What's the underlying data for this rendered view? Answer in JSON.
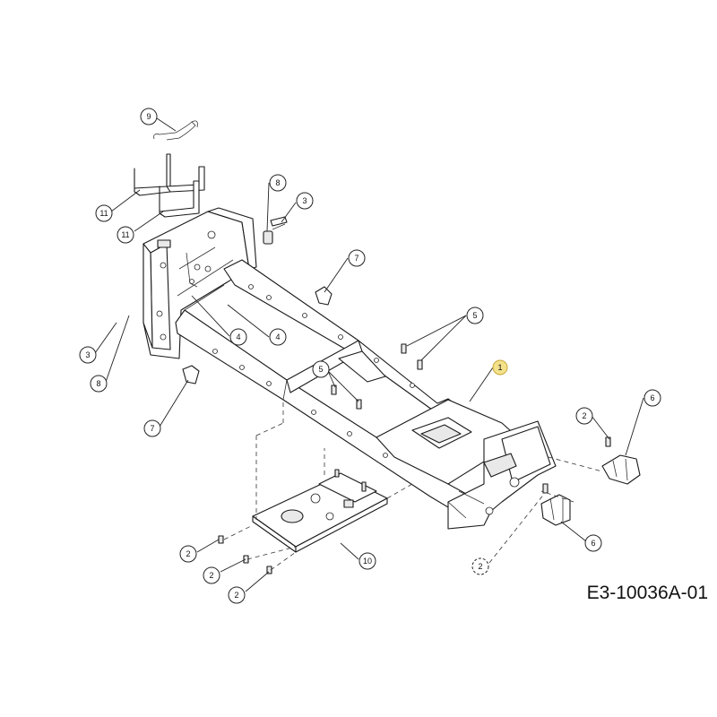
{
  "drawing_number": "E3-10036A-01",
  "colors": {
    "highlight_callout": "#f3e28a",
    "line": "#1a1a1a"
  },
  "callouts": [
    {
      "id": "c9",
      "label": "9"
    },
    {
      "id": "c11a",
      "label": "11"
    },
    {
      "id": "c11b",
      "label": "11"
    },
    {
      "id": "c8a",
      "label": "8"
    },
    {
      "id": "c3a",
      "label": "3"
    },
    {
      "id": "c7a",
      "label": "7"
    },
    {
      "id": "c4a",
      "label": "4"
    },
    {
      "id": "c4b",
      "label": "4"
    },
    {
      "id": "c3b",
      "label": "3"
    },
    {
      "id": "c8b",
      "label": "8"
    },
    {
      "id": "c5a",
      "label": "5"
    },
    {
      "id": "c5b",
      "label": "5"
    },
    {
      "id": "c1",
      "label": "1",
      "highlighted": true
    },
    {
      "id": "c7b",
      "label": "7"
    },
    {
      "id": "c6a",
      "label": "6"
    },
    {
      "id": "c2a",
      "label": "2"
    },
    {
      "id": "c6b",
      "label": "6"
    },
    {
      "id": "c2b",
      "label": "2"
    },
    {
      "id": "c2c",
      "label": "2"
    },
    {
      "id": "c2d",
      "label": "2"
    },
    {
      "id": "c10",
      "label": "10"
    },
    {
      "id": "c2e",
      "label": "2",
      "dashed": true
    }
  ]
}
